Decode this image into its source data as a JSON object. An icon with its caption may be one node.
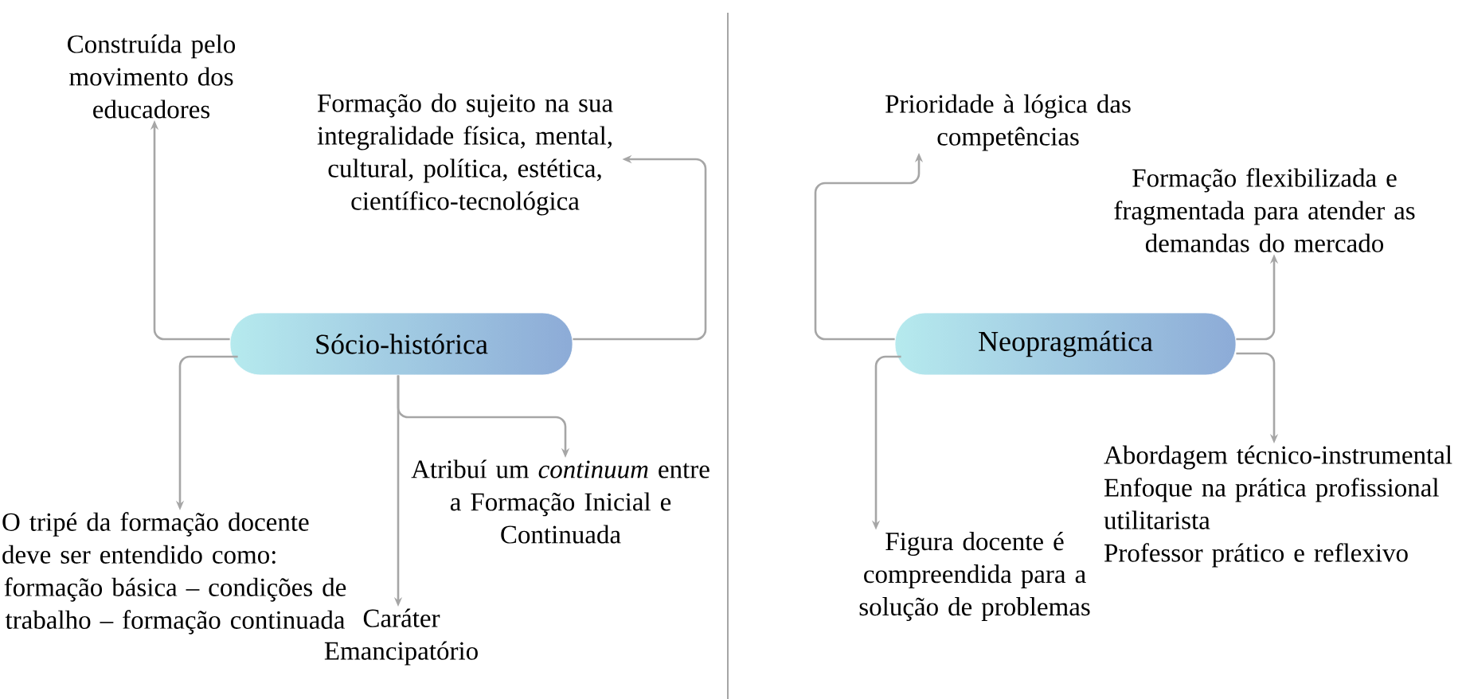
{
  "diagram": {
    "nodes": [
      {
        "text": [
          "Sócio-histórica"
        ]
      },
      {
        "text": [
          "Construída pelo movimento dos educadores"
        ]
      },
      {
        "text": [
          "Formação do sujeito na sua integralidade física, mental, cultural, política, estética, científico-tecnológica"
        ]
      },
      {
        "text": [
          "O tripé da formação docente deve ser entendido como:",
          "formação básica – condições de trabalho – formação continuada"
        ]
      },
      {
        "text": [
          "Caráter Emancipatório"
        ]
      },
      {
        "text": [
          "Atribuí um *continuum* entre a Formação Inicial e Continuada"
        ]
      },
      {
        "text": [
          "Neopragmática"
        ]
      },
      {
        "text": [
          "Prioridade à lógica das competências"
        ]
      },
      {
        "text": [
          "Formação flexibilizada e fragmentada para atender as demandas do mercado"
        ]
      },
      {
        "text": [
          "Figura docente é compreendida para a solução de problemas"
        ]
      },
      {
        "text": [
          "Abordagem técnico-instrumental",
          "Enfoque na prática profissional utilitarista",
          "Professor prático e reflexivo"
        ]
      }
    ],
    "edges": [
      {
        "from": 0,
        "to": 1,
        "arrow": "to"
      },
      {
        "from": 0,
        "to": 2,
        "arrow": "to"
      },
      {
        "from": 0,
        "to": 3,
        "arrow": "to"
      },
      {
        "from": 0,
        "to": 4,
        "arrow": "to"
      },
      {
        "from": 0,
        "to": 5,
        "arrow": "to"
      },
      {
        "from": 6,
        "to": 7,
        "arrow": "to"
      },
      {
        "from": 6,
        "to": 8,
        "arrow": "to"
      },
      {
        "from": 6,
        "to": 9,
        "arrow": "to"
      },
      {
        "from": 6,
        "to": 10,
        "arrow": "to"
      }
    ]
  }
}
